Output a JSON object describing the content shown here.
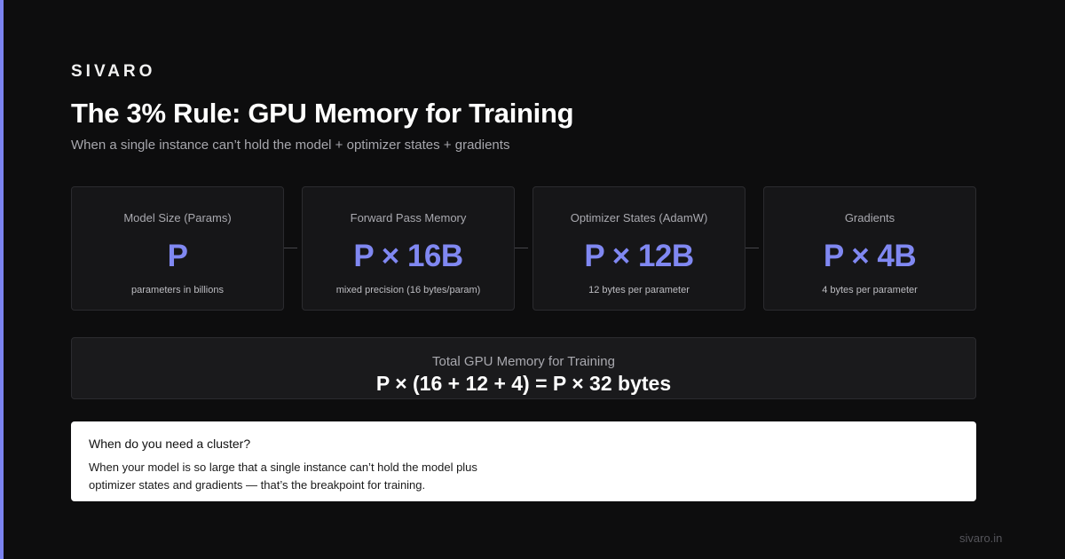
{
  "brand": "SIVARO",
  "title": "The 3% Rule: GPU Memory for Training",
  "subtitle": "When a single instance can’t hold the model + optimizer states + gradients",
  "cards": [
    {
      "label": "Model Size (Params)",
      "value": "P",
      "note": "parameters in billions"
    },
    {
      "label": "Forward Pass Memory",
      "value": "P × 16B",
      "note": "mixed precision (16 bytes/param)"
    },
    {
      "label": "Optimizer States (AdamW)",
      "value": "P × 12B",
      "note": "12 bytes per parameter"
    },
    {
      "label": "Gradients",
      "value": "P × 4B",
      "note": "4 bytes per parameter"
    }
  ],
  "total": {
    "label": "Total GPU Memory for Training",
    "formula": "P × (16 + 12 + 4) = P × 32 bytes"
  },
  "info": {
    "heading": "When do you need a cluster?",
    "body": "When your model is so large that a single instance can’t hold the model plus optimizer states and gradients — that’s the breakpoint for training."
  },
  "footer": {
    "url": "sivaro.in"
  },
  "colors": {
    "accent": "#7b83f0",
    "background": "#0d0d0e",
    "card": "#161618"
  }
}
